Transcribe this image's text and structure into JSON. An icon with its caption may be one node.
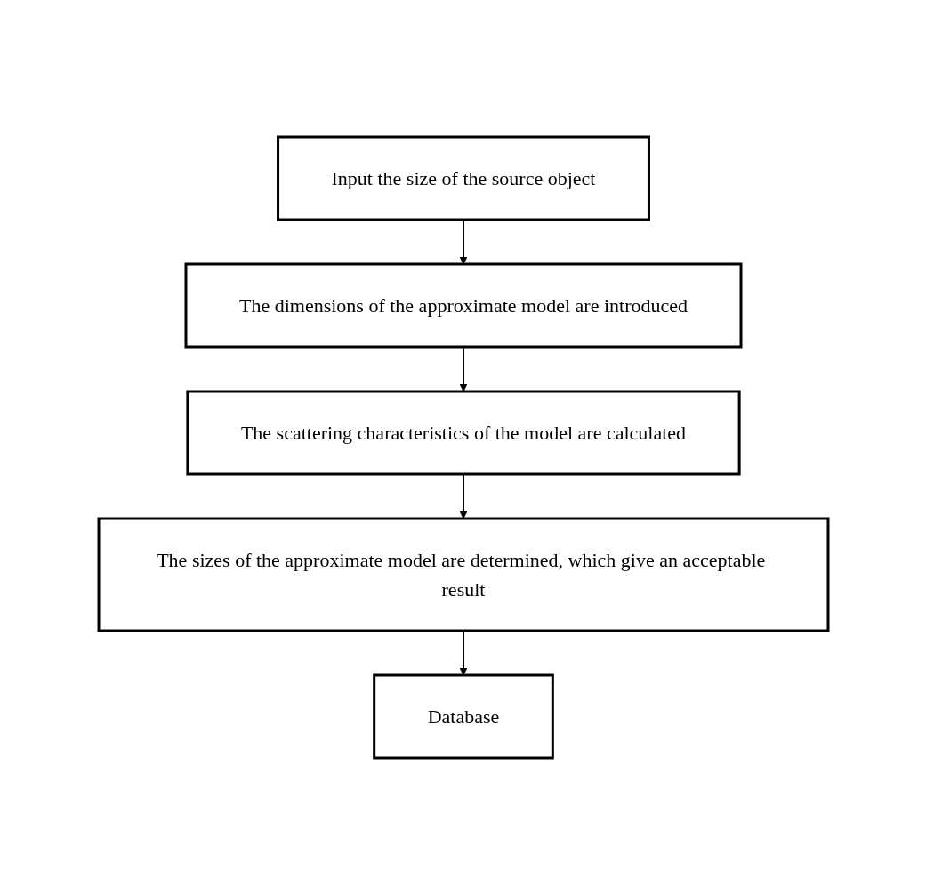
{
  "diagram": {
    "nodes": [
      {
        "text": [
          "Input the size of the source object"
        ]
      },
      {
        "text": [
          "The dimensions of the approximate model are introduced"
        ]
      },
      {
        "text": [
          "The scattering characteristics of the model are calculated"
        ]
      },
      {
        "text": [
          "The sizes of the approximate model are determined, which give an acceptable result"
        ]
      },
      {
        "text": [
          "Database"
        ]
      }
    ],
    "edges": [
      {
        "from": 0,
        "to": 1,
        "arrow": "to"
      },
      {
        "from": 1,
        "to": 2,
        "arrow": "to"
      },
      {
        "from": 2,
        "to": 3,
        "arrow": "to"
      },
      {
        "from": 3,
        "to": 4,
        "arrow": "to"
      }
    ]
  }
}
